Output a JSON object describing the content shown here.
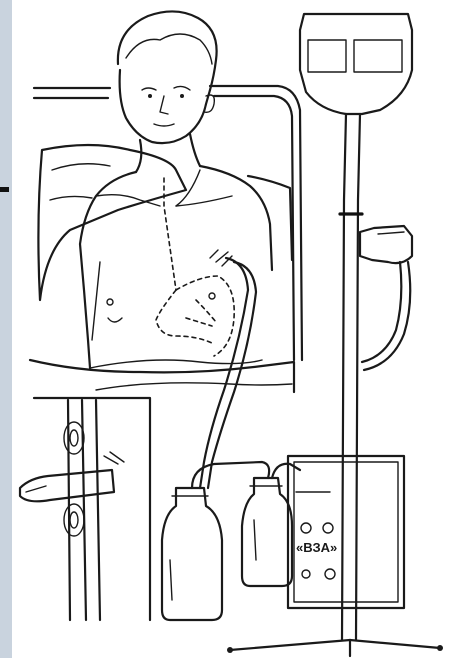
{
  "illustration": {
    "device_label": "«ВЗА»",
    "colors": {
      "frame": "#c9d3de",
      "paper": "#ffffff",
      "ink": "#1a1a1a"
    },
    "icons": [
      "patient",
      "pillow",
      "bed-headboard",
      "iv-stand",
      "suction-pump",
      "collection-bottle",
      "drainage-tube",
      "chest-cross-section"
    ]
  }
}
